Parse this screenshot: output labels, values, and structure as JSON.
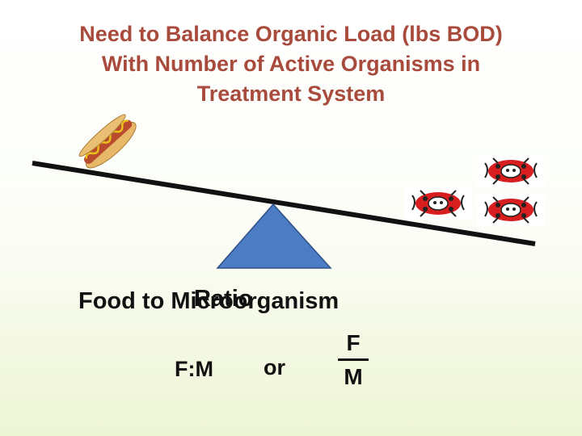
{
  "title_lines": [
    "Need to Balance Organic Load (lbs BOD)",
    "With Number of Active Organisms in",
    "Treatment System"
  ],
  "colors": {
    "title": "#a84a3c",
    "triangle_fill": "#4b7cc4",
    "triangle_stroke": "#2f4f86",
    "beam": "#111111",
    "bug_red": "#d81e1e"
  },
  "ratio_label": "Food to Microorganism",
  "ratio_overlap": "Ratio",
  "fm_label": "F:M",
  "or_label": "or",
  "fraction": {
    "numerator": "F",
    "denominator": "M"
  }
}
